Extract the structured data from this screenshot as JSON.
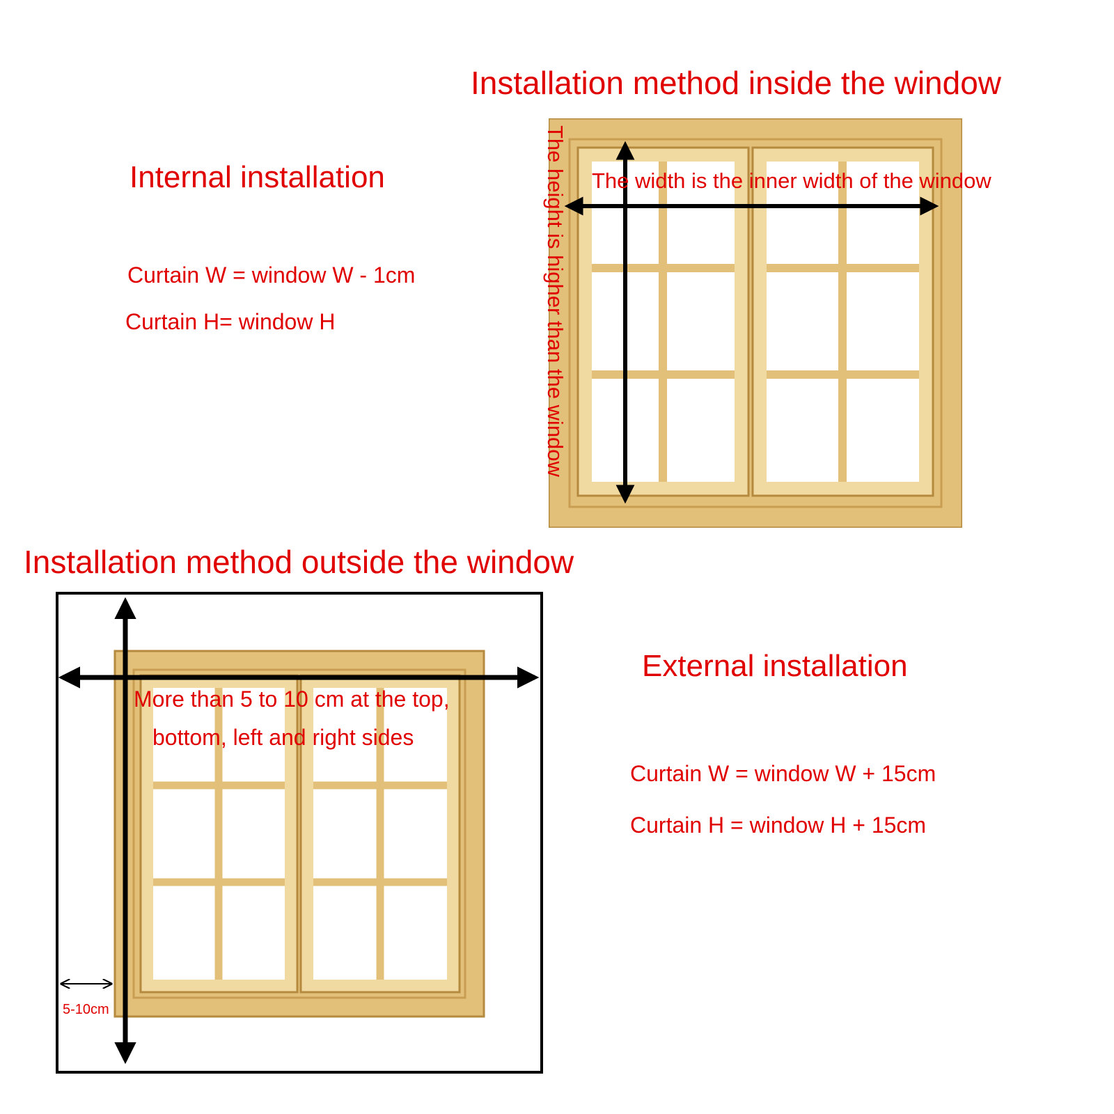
{
  "inside": {
    "heading": "Installation method inside the window",
    "height_note": "The height is higher than the window",
    "width_note": "The width is the inner width of the window"
  },
  "internal": {
    "title": "Internal installation",
    "width_formula": "Curtain W = window W - 1cm",
    "height_formula": "Curtain H= window H"
  },
  "outside": {
    "heading": "Installation method outside the window",
    "margin_note_line1": "More than 5 to 10 cm at the top,",
    "margin_note_line2": "bottom, left and right sides",
    "gap_label": "5-10cm"
  },
  "external": {
    "title": "External installation",
    "width_formula": "Curtain W = window W + 15cm",
    "height_formula": "Curtain H = window H + 15cm"
  },
  "colors": {
    "text_red": "#e00000",
    "wood": "#e3c07a",
    "wood_dark": "#b68a3e",
    "arrow": "#000000"
  },
  "icons": [
    "double-arrow-icon",
    "window-illustration"
  ]
}
